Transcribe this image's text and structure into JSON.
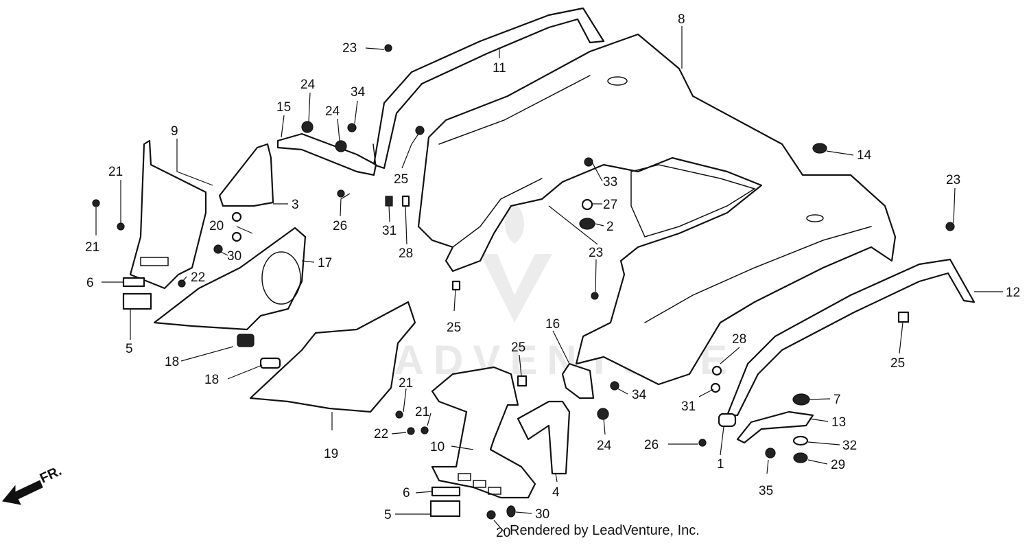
{
  "credit": "Rendered by LeadVenture, Inc.",
  "watermark": "LEADVENTURE",
  "direction_label": "FR.",
  "callouts": {
    "c23a": "23",
    "c11": "11",
    "c8": "8",
    "c24a": "24",
    "c34a": "34",
    "c15": "15",
    "c24b": "24",
    "c9": "9",
    "c21a": "21",
    "c21b": "21",
    "c25a": "25",
    "c14": "14",
    "c23b": "23",
    "c33": "33",
    "c27": "27",
    "c2": "2",
    "c3": "3",
    "c20a": "20",
    "c26a": "26",
    "c31a": "31",
    "c28a": "28",
    "c30a": "30",
    "c17": "17",
    "c23c": "23",
    "c6a": "6",
    "c22a": "22",
    "c12": "12",
    "c5a": "5",
    "c25b": "25",
    "c16": "16",
    "c18a": "18",
    "c18b": "18",
    "c25c": "25",
    "c28b": "28",
    "c25d": "25",
    "c34b": "34",
    "c21c": "21",
    "c21d": "21",
    "c22b": "22",
    "c31b": "31",
    "c7": "7",
    "c13": "13",
    "c24c": "24",
    "c26b": "26",
    "c32": "32",
    "c10": "10",
    "c19": "19",
    "c1": "1",
    "c29": "29",
    "c4": "4",
    "c35": "35",
    "c6b": "6",
    "c30b": "30",
    "c5b": "5",
    "c20b": "20"
  }
}
